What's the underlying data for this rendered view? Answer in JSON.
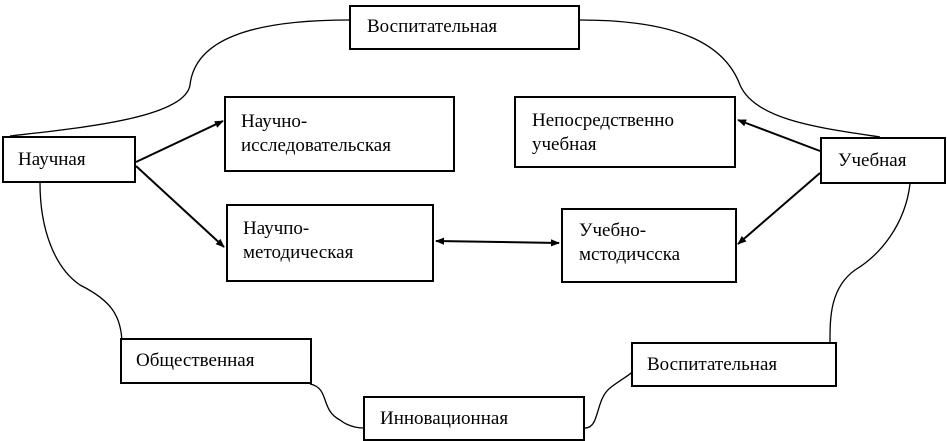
{
  "nodes": {
    "vospitatelnaya_top": "Воспитательная",
    "nauchnaya": "Научная",
    "nauchno_issledovatelskaya": "Научно-\nисследовательская",
    "neposredstvenno_uchebnaya": "Непосредственно\nучебная",
    "uchebnaya": "Учебная",
    "nauchno_metodicheskaya": "Научпо-\nметодическая",
    "uchebno_metodicheskaya": "Учебно-\nмстодичсска",
    "obschestvennaya": "Общественная",
    "vospitatelnaya_bottom": "Воспитательная",
    "innovacionnaya": "Инновационная"
  }
}
